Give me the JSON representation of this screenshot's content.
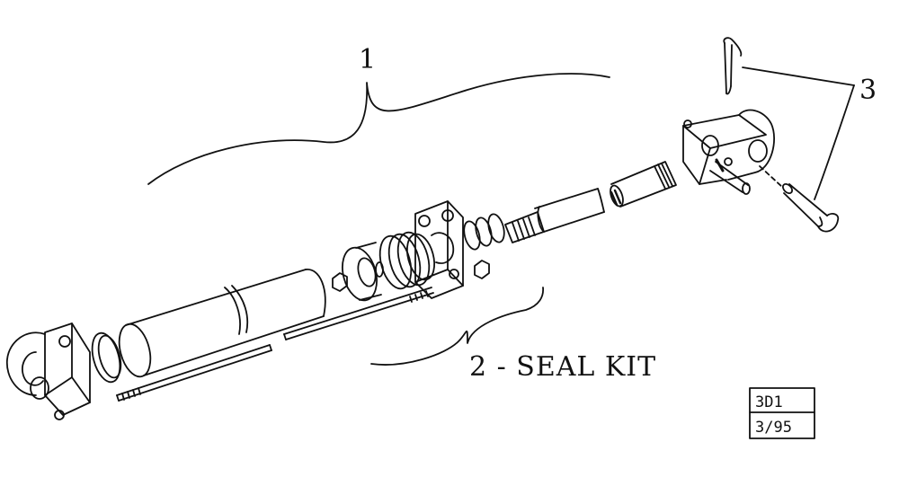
{
  "callouts": {
    "label_1": "1",
    "label_2": "2 - SEAL KIT",
    "label_3": "3"
  },
  "stamp": {
    "line1": "3D1",
    "line2": "3/95"
  },
  "colors": {
    "ink": "#111111",
    "paper": "#ffffff"
  },
  "parts": [
    "cotter-pin",
    "clevis-pin",
    "rod-end-clevis",
    "piston-rod",
    "gland-head",
    "seal-rings",
    "piston",
    "barrel",
    "tie-rods",
    "base-clevis"
  ]
}
